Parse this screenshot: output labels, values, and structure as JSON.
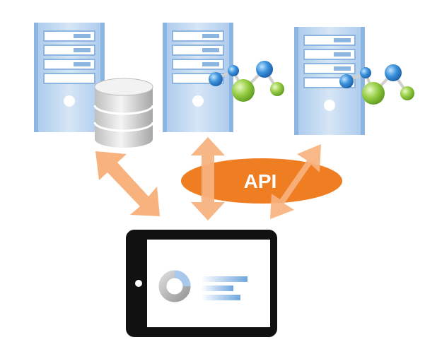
{
  "diagram": {
    "api_label": "API",
    "nodes": [
      {
        "id": "server-database",
        "kind": "server",
        "icon": "database-icon"
      },
      {
        "id": "server-molecule-1",
        "kind": "server",
        "icon": "molecule-icon"
      },
      {
        "id": "server-molecule-2",
        "kind": "server",
        "icon": "molecule-icon"
      },
      {
        "id": "tablet",
        "kind": "client-device",
        "icon": "dashboard-chart-icon"
      }
    ],
    "connections": [
      {
        "from": "server-database",
        "to": "tablet",
        "direction": "bidirectional"
      },
      {
        "from": "server-molecule-1",
        "to": "tablet",
        "direction": "bidirectional",
        "via": "API"
      },
      {
        "from": "server-molecule-2",
        "to": "tablet",
        "direction": "bidirectional",
        "via": "API"
      }
    ]
  },
  "colors": {
    "server_body": "#c7dcf2",
    "server_frame": "#8db5e2",
    "server_accent": "#ffffff",
    "arrow": "#f7b27e",
    "api_ellipse": "#ef7d22",
    "api_text": "#ffffff",
    "tablet_frame": "#111111",
    "tablet_screen": "#ffffff",
    "molecule_blue": "#2f83cf",
    "molecule_green": "#8cc63f",
    "database": "#d9d9d9"
  }
}
